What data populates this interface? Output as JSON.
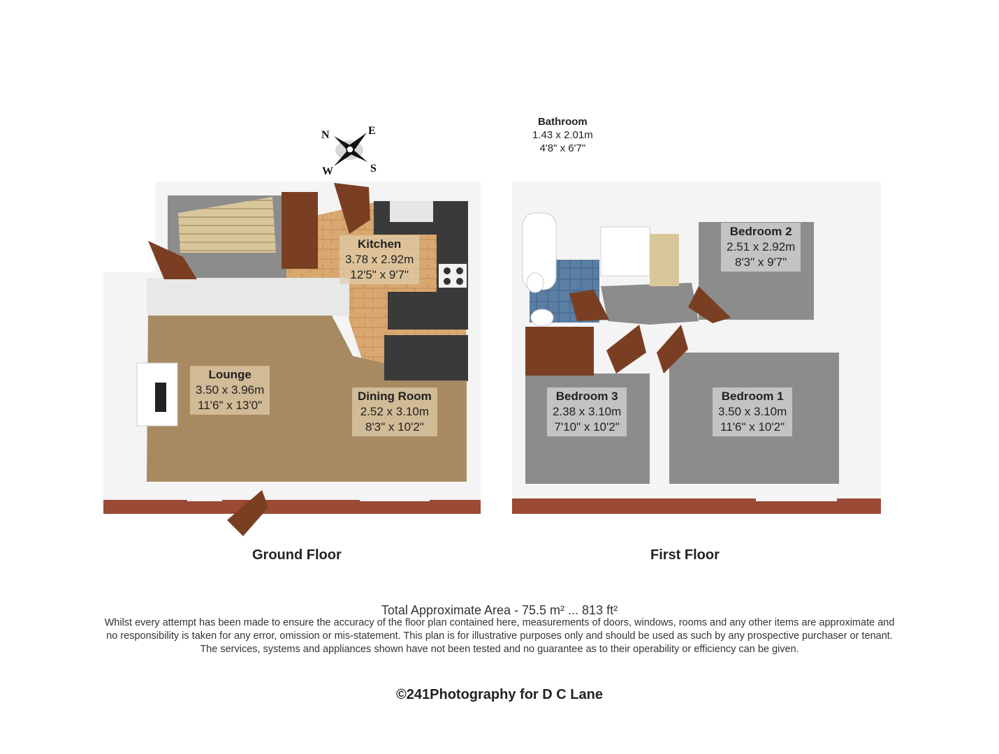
{
  "compass": {
    "n": "N",
    "e": "E",
    "s": "S",
    "w": "W"
  },
  "ground_floor": {
    "title": "Ground Floor",
    "rooms": {
      "kitchen": {
        "name": "Kitchen",
        "metric": "3.78 x 2.92m",
        "imperial": "12'5\" x 9'7\""
      },
      "lounge": {
        "name": "Lounge",
        "metric": "3.50 x 3.96m",
        "imperial": "11'6\" x 13'0\""
      },
      "dining": {
        "name": "Dining Room",
        "metric": "2.52 x 3.10m",
        "imperial": "8'3\" x 10'2\""
      }
    }
  },
  "first_floor": {
    "title": "First Floor",
    "rooms": {
      "bathroom": {
        "name": "Bathroom",
        "metric": "1.43 x 2.01m",
        "imperial": "4'8\" x 6'7\""
      },
      "bedroom2": {
        "name": "Bedroom 2",
        "metric": "2.51 x 2.92m",
        "imperial": "8'3\" x 9'7\""
      },
      "bedroom3": {
        "name": "Bedroom 3",
        "metric": "2.38 x 3.10m",
        "imperial": "7'10\" x 10'2\""
      },
      "bedroom1": {
        "name": "Bedroom 1",
        "metric": "3.50 x 3.10m",
        "imperial": "11'6\" x 10'2\""
      }
    }
  },
  "total_area": "Total Approximate Area - 75.5 m² ... 813 ft²",
  "disclaimer": [
    "Whilst every attempt has been made to ensure the accuracy of the floor plan contained here, measurements of doors, windows, rooms and any other items are approximate and",
    "no responsibility is taken for any error, omission or mis-statement.  This plan is for illustrative purposes only and should be used as such by any prospective purchaser or tenant.",
    "The services, systems and appliances shown have not been tested and no guarantee as to their operability or efficiency can be given."
  ],
  "credit": "©241Photography for D C Lane",
  "colors": {
    "brick": "#9a4a35",
    "wall": "#f4f4f4",
    "carpet_beige": "#a88a62",
    "carpet_grey": "#8c8c8c",
    "wood_floor": "#d8a870",
    "worktop": "#3a3a3a",
    "tile_blue": "#4c6f94",
    "door_wood": "#7a3f22"
  }
}
